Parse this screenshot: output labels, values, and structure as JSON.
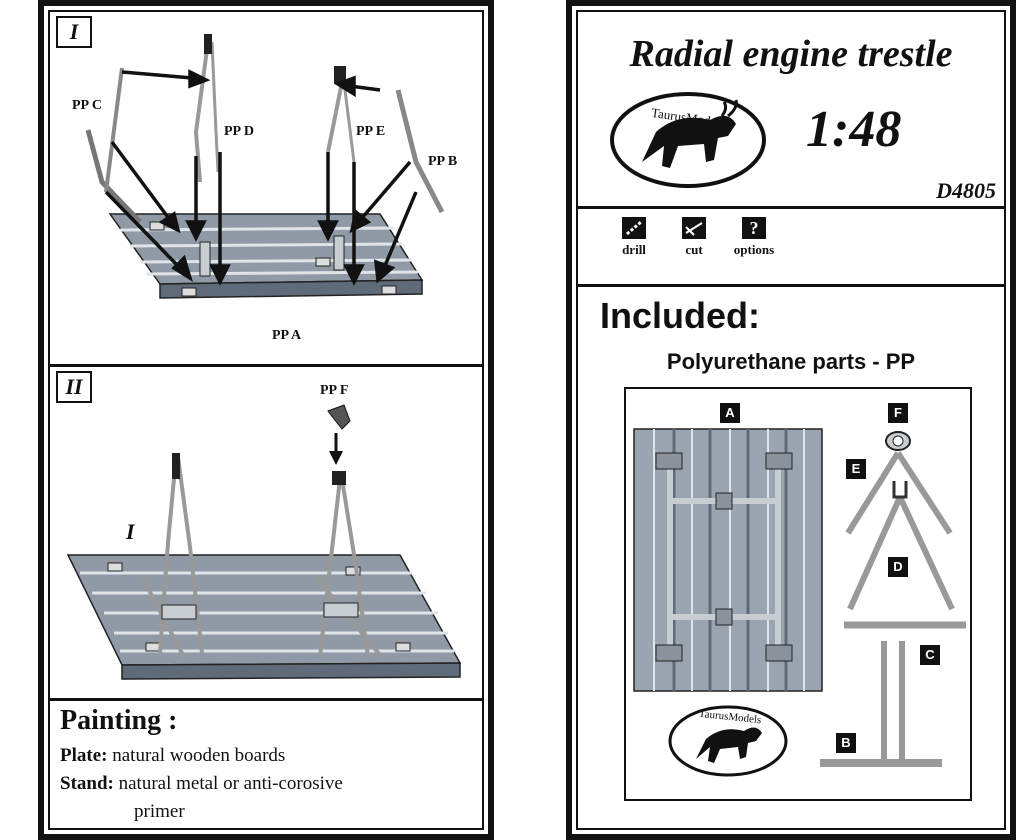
{
  "left": {
    "step1": {
      "roman": "I",
      "labels": {
        "ppc": "PP C",
        "ppd": "PP D",
        "ppe": "PP E",
        "ppb": "PP B",
        "ppa": "PP A"
      }
    },
    "step2": {
      "roman": "II",
      "labels": {
        "ppf": "PP F",
        "ref": "I"
      }
    },
    "painting": {
      "heading": "Painting :",
      "plate_label": "Plate:",
      "plate_text": "natural wooden boards",
      "stand_label": "Stand:",
      "stand_text": "natural metal or anti-corosive",
      "stand_text2": "primer"
    }
  },
  "right": {
    "title": "Radial engine trestle",
    "logo": "TaurusModels",
    "scale": "1:48",
    "code": "D4805",
    "tools": [
      {
        "icon": "drill-icon",
        "label": "drill"
      },
      {
        "icon": "cut-icon",
        "label": "cut"
      },
      {
        "icon": "options-icon",
        "glyph": "?",
        "label": "options"
      }
    ],
    "included": "Included:",
    "parts_heading": "Polyurethane parts - PP",
    "parts": {
      "a": "A",
      "b": "B",
      "c": "C",
      "d": "D",
      "e": "E",
      "f": "F"
    },
    "logo_small": "TaurusModels"
  },
  "colors": {
    "ink": "#111111",
    "plank": "#9aa5b1",
    "plank_dark": "#5f6b78",
    "metal": "#c8cdd2"
  }
}
